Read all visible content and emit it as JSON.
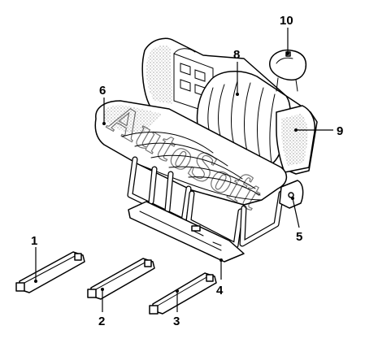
{
  "diagram": {
    "watermark": "AutoSoft",
    "callouts": [
      {
        "id": "1",
        "label": "1"
      },
      {
        "id": "2",
        "label": "2"
      },
      {
        "id": "3",
        "label": "3"
      },
      {
        "id": "4",
        "label": "4"
      },
      {
        "id": "5",
        "label": "5"
      },
      {
        "id": "6",
        "label": "6"
      },
      {
        "id": "8",
        "label": "8"
      },
      {
        "id": "9",
        "label": "9"
      },
      {
        "id": "10",
        "label": "10"
      }
    ]
  }
}
